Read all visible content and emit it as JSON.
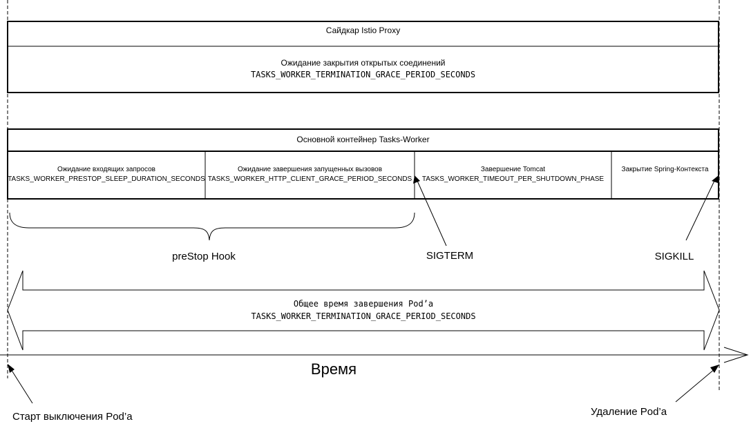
{
  "sidecar": {
    "title": "Сайдкар Istio Proxy",
    "wait_label": "Ожидание закрытия открытых соединений",
    "wait_var": "TASKS_WORKER_TERMINATION_GRACE_PERIOD_SECONDS"
  },
  "main_container": {
    "title": "Основной контейнер Tasks-Worker",
    "phases": [
      {
        "label": "Ожидание входящих запросов",
        "var": "TASKS_WORKER_PRESTOP_SLEEP_DURATION_SECONDS"
      },
      {
        "label": "Ожидание завершения запущенных вызовов",
        "var": "TASKS_WORKER_HTTP_CLIENT_GRACE_PERIOD_SECONDS"
      },
      {
        "label": "Завершение Tomcat",
        "var": "TASKS_WORKER_TIMEOUT_PER_SHUTDOWN_PHASE"
      },
      {
        "label": "Закрытие Spring-Контекста",
        "var": ""
      }
    ]
  },
  "prestop_label": "preStop Hook",
  "signals": {
    "sigterm": "SIGTERM",
    "sigkill": "SIGKILL"
  },
  "total": {
    "label": "Общее время завершения Pod’а",
    "var": "TASKS_WORKER_TERMINATION_GRACE_PERIOD_SECONDS"
  },
  "timeline_label": "Время",
  "start_label": "Старт выключения Pod’a",
  "delete_label": "Удаление Pod’a",
  "colors": {
    "line": "#000000",
    "background": "#ffffff"
  }
}
